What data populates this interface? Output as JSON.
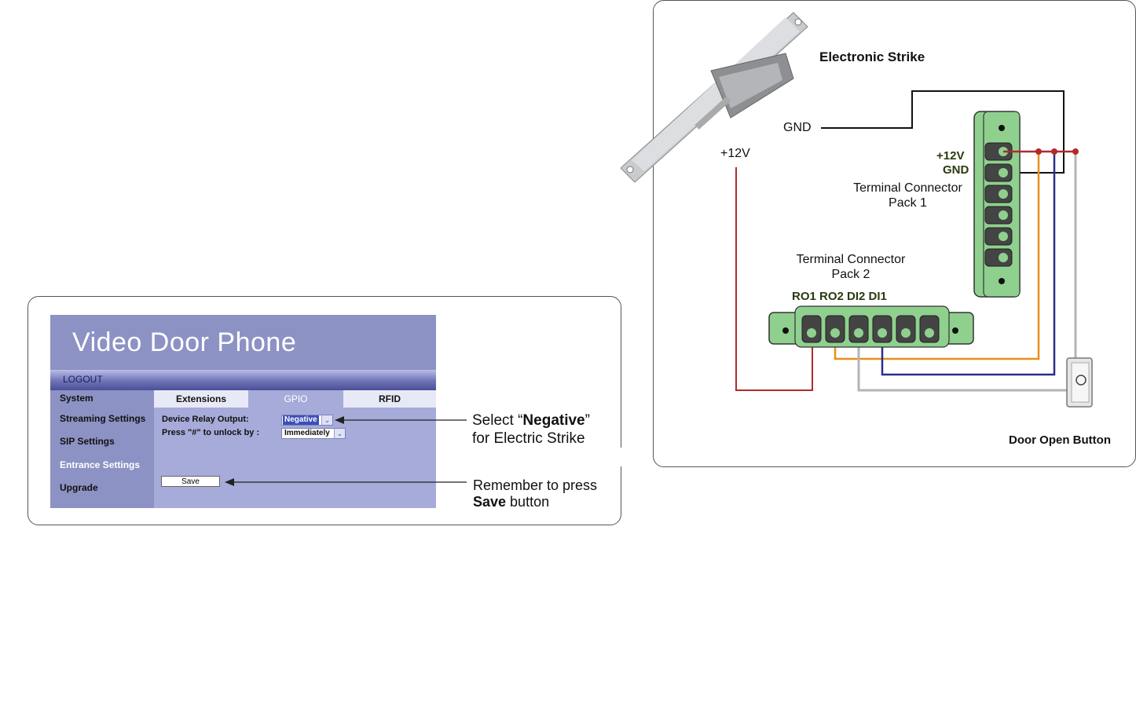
{
  "web_ui": {
    "title": "Video Door Phone",
    "logout": "LOGOUT",
    "sidebar": [
      {
        "label": "System"
      },
      {
        "label": "Streaming Settings"
      },
      {
        "label": "SIP Settings"
      },
      {
        "label": "Entrance Settings"
      },
      {
        "label": "Upgrade"
      }
    ],
    "tabs": [
      {
        "label": "Extensions"
      },
      {
        "label": "GPIO"
      },
      {
        "label": "RFID"
      }
    ],
    "relay_label": "Device Relay Output:",
    "relay_value": "Negative",
    "unlock_label": "Press \"#\" to unlock by :",
    "unlock_value": "Immediately",
    "save_label": "Save"
  },
  "callouts": {
    "negative_line1_pre": "Select “",
    "negative_line1_bold": "Negative",
    "negative_line1_post": "”",
    "negative_line2": "for Electric Strike",
    "save_line1": "Remember to press",
    "save_line2_bold": "Save",
    "save_line2_post": " button"
  },
  "diagram": {
    "strike_label": "Electronic Strike",
    "gnd_label": "GND",
    "plus12_label": "+12V",
    "pack1_plus12": "+12V",
    "pack1_gnd": "GND",
    "pack1_line1": "Terminal Connector",
    "pack1_line2": "Pack 1",
    "pack2_line1": "Terminal Connector",
    "pack2_line2": "Pack 2",
    "pins": "RO1 RO2 DI2 DI1",
    "button_label": "Door Open Button",
    "wire_colors": {
      "red": "#b22a2a",
      "orange": "#e8901c",
      "blue": "#2b2e8c",
      "grey": "#b5b5b5",
      "black": "#111111"
    },
    "connector_color": "#8fd08f"
  }
}
